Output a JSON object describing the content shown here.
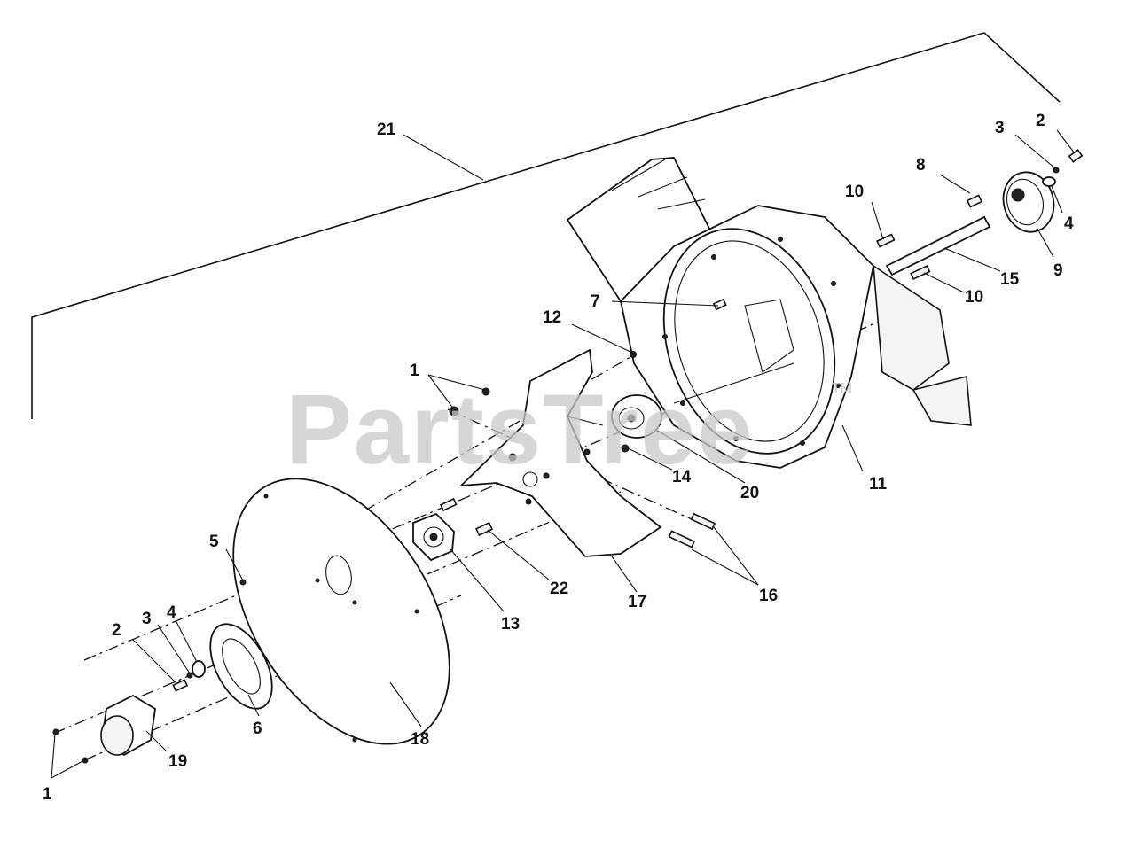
{
  "watermark": {
    "text": "PartsTree",
    "trademark": "TM"
  },
  "callouts": {
    "c1a": "1",
    "c1b": "1",
    "c2a": "2",
    "c2b": "2",
    "c3a": "3",
    "c3b": "3",
    "c4a": "4",
    "c4b": "4",
    "c5": "5",
    "c6": "6",
    "c7": "7",
    "c8": "8",
    "c9": "9",
    "c10a": "10",
    "c10b": "10",
    "c11": "11",
    "c12": "12",
    "c13": "13",
    "c14": "14",
    "c15": "15",
    "c16": "16",
    "c17": "17",
    "c18": "18",
    "c19": "19",
    "c20": "20",
    "c21": "21",
    "c22": "22"
  }
}
